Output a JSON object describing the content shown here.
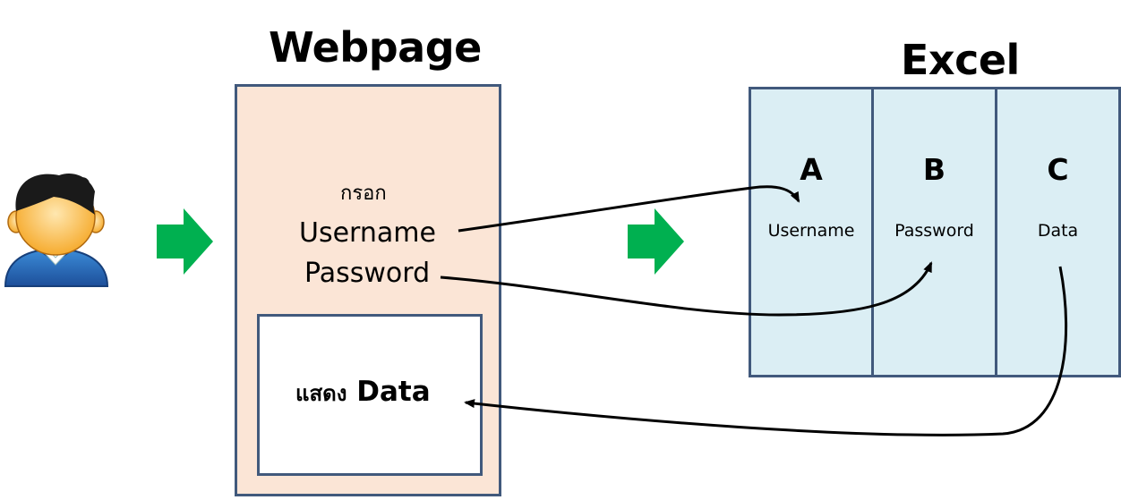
{
  "webpage": {
    "title": "Webpage",
    "fill_label": "กรอก",
    "username_label": "Username",
    "password_label": "Password",
    "display_prefix": "แสดง",
    "display_data": "Data"
  },
  "excel": {
    "title": "Excel",
    "columns": [
      {
        "letter": "A",
        "field": "Username"
      },
      {
        "letter": "B",
        "field": "Password"
      },
      {
        "letter": "C",
        "field": "Data"
      }
    ]
  },
  "colors": {
    "flow_arrow": "#00b050",
    "border": "#41597c",
    "webpage_fill": "#fbe5d6",
    "excel_fill": "#dbeef4"
  },
  "icons": {
    "user": "user-avatar-icon",
    "flow": "green-right-arrow-icon"
  }
}
